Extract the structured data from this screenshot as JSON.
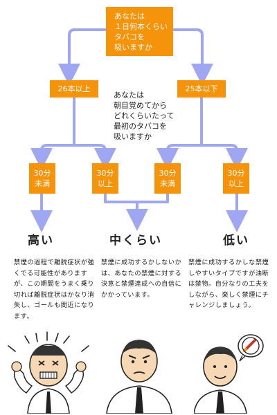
{
  "colors": {
    "box": "#f5930a",
    "line": "#9fa6f2"
  },
  "question1": "あなたは\n１日何本くらい\nタバコを\n吸いますか",
  "question2": "あなたは\n朝目覚めてから\nどれくらいたって\n最初のタバコを\n吸いますか",
  "branches": {
    "left": "26本以上",
    "right": "25本以下"
  },
  "options": [
    {
      "label": "30分\n未満"
    },
    {
      "label": "30分\n以上"
    },
    {
      "label": "30分\n未満"
    },
    {
      "label": "30分\n以上"
    }
  ],
  "results": [
    {
      "verdict": "高い",
      "text": "禁煙の過程で離脱症状が強くでる可能性がありますが、この期間をうまく乗り切れば離脱症状はかなり消失し、ゴールも間近になります。"
    },
    {
      "verdict": "中くらい",
      "text": "禁煙に成功するかしないかは、あなたの禁煙に対する決意と禁煙達成への自信にかかっています。"
    },
    {
      "verdict": "低い",
      "text": "禁煙に成功するかしな禁煙しやすいタイプですが油断は禁物。自分なりの工夫をしながら、楽しく禁煙にチャレンジしましょう。"
    }
  ],
  "icons": [
    "stressed-man-icon",
    "determined-man-icon",
    "relaxed-man-icon"
  ]
}
